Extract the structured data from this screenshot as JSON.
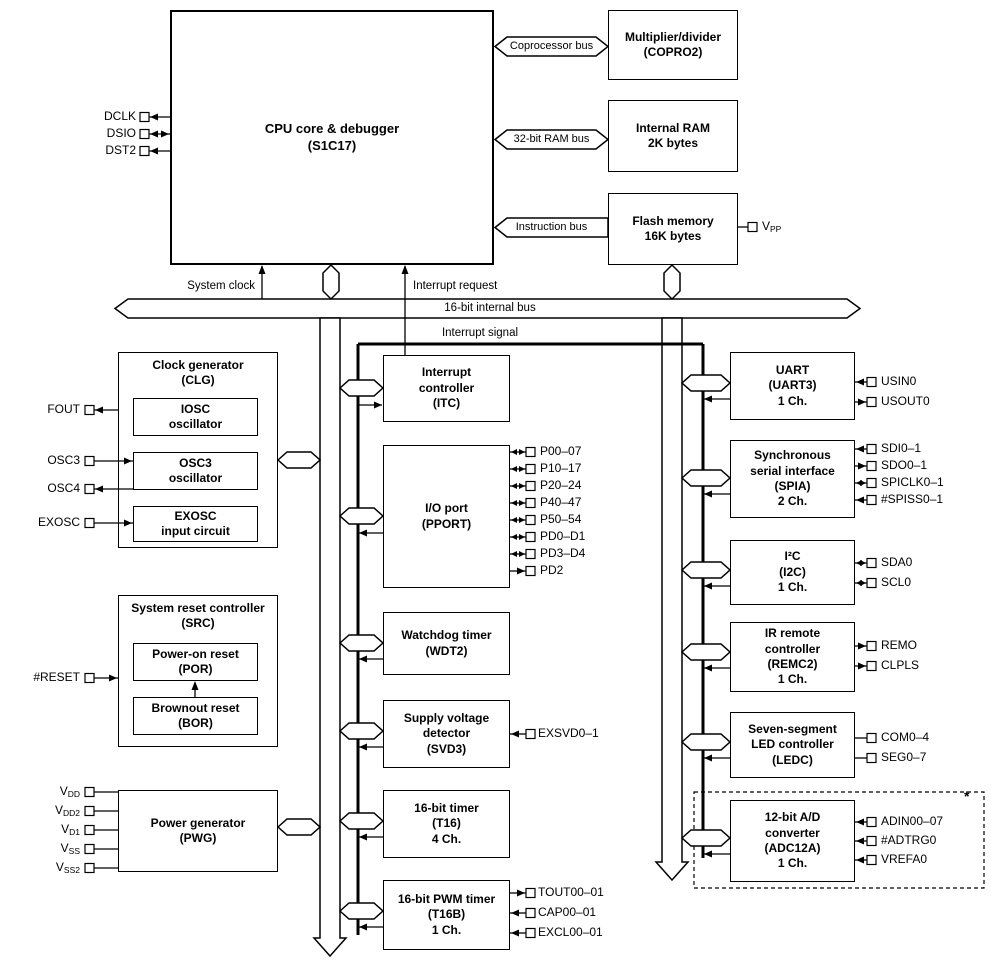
{
  "colors": {
    "background": "#ffffff",
    "line": "#000000"
  },
  "blocks": {
    "cpu": "CPU core & debugger\n(S1C17)",
    "copro": "Multiplier/divider\n(COPRO2)",
    "ram": "Internal RAM\n2K bytes",
    "flash": "Flash memory\n16K bytes",
    "clg": "Clock generator\n(CLG)",
    "iosc": "IOSC\noscillator",
    "osc3": "OSC3\noscillator",
    "exosc": "EXOSC\ninput circuit",
    "src": "System reset controller\n(SRC)",
    "por": "Power-on reset\n(POR)",
    "bor": "Brownout reset\n(BOR)",
    "pwg": "Power generator\n(PWG)",
    "itc": "Interrupt\ncontroller\n(ITC)",
    "pport": "I/O port\n(PPORT)",
    "wdt": "Watchdog timer\n(WDT2)",
    "svd": "Supply voltage\ndetector\n(SVD3)",
    "t16": "16-bit timer\n(T16)\n4 Ch.",
    "t16b": "16-bit PWM timer\n(T16B)\n1 Ch.",
    "uart": "UART\n(UART3)\n1 Ch.",
    "spia": "Synchronous\nserial interface\n(SPIA)\n2 Ch.",
    "i2c": "I²C\n(I2C)\n1 Ch.",
    "remc": "IR remote\ncontroller\n(REMC2)\n1 Ch.",
    "ledc": "Seven-segment\nLED controller\n(LEDC)",
    "adc": "12-bit A/D\nconverter\n(ADC12A)\n1 Ch."
  },
  "buses": {
    "coprocessor": "Coprocessor bus",
    "ram": "32-bit RAM bus",
    "instruction": "Instruction bus",
    "internal": "16-bit internal bus",
    "system_clock": "System clock",
    "interrupt_request": "Interrupt request",
    "interrupt_signal": "Interrupt signal"
  },
  "pins": {
    "dclk": {
      "label": "DCLK"
    },
    "dsio": {
      "label": "DSIO"
    },
    "dst2": {
      "label": "DST2"
    },
    "fout": {
      "label": "FOUT"
    },
    "osc3": {
      "label": "OSC3"
    },
    "osc4": {
      "label": "OSC4"
    },
    "exosc": {
      "label": "EXOSC"
    },
    "reset": {
      "label": "#RESET"
    },
    "vdd": {
      "base": "V",
      "sub": "DD"
    },
    "vdd2": {
      "base": "V",
      "sub": "DD2"
    },
    "vd1": {
      "base": "V",
      "sub": "D1"
    },
    "vss": {
      "base": "V",
      "sub": "SS"
    },
    "vss2": {
      "base": "V",
      "sub": "SS2"
    },
    "vpp": {
      "base": "V",
      "sub": "PP"
    },
    "p00_07": {
      "label": "P00–07"
    },
    "p10_17": {
      "label": "P10–17"
    },
    "p20_24": {
      "label": "P20–24"
    },
    "p40_47": {
      "label": "P40–47"
    },
    "p50_54": {
      "label": "P50–54"
    },
    "pd0_d1": {
      "label": "PD0–D1"
    },
    "pd3_d4": {
      "label": "PD3–D4"
    },
    "pd2": {
      "label": "PD2"
    },
    "exsvd": {
      "label": "EXSVD0–1"
    },
    "tout": {
      "label": "TOUT00–01"
    },
    "cap": {
      "label": "CAP00–01"
    },
    "excl": {
      "label": "EXCL00–01"
    },
    "usin0": {
      "label": "USIN0"
    },
    "usout0": {
      "label": "USOUT0"
    },
    "sdi": {
      "label": "SDI0–1"
    },
    "sdo": {
      "label": "SDO0–1"
    },
    "spiclk": {
      "label": "SPICLK0–1"
    },
    "spiss": {
      "label": "#SPISS0–1"
    },
    "sda0": {
      "label": "SDA0"
    },
    "scl0": {
      "label": "SCL0"
    },
    "remo": {
      "label": "REMO"
    },
    "clpls": {
      "label": "CLPLS"
    },
    "com": {
      "label": "COM0–4"
    },
    "seg": {
      "label": "SEG0–7"
    },
    "adin": {
      "label": "ADIN00–07"
    },
    "adtrg": {
      "label": "#ADTRG0"
    },
    "vrefa": {
      "label": "VREFA0"
    }
  },
  "footnote_marker": "*"
}
